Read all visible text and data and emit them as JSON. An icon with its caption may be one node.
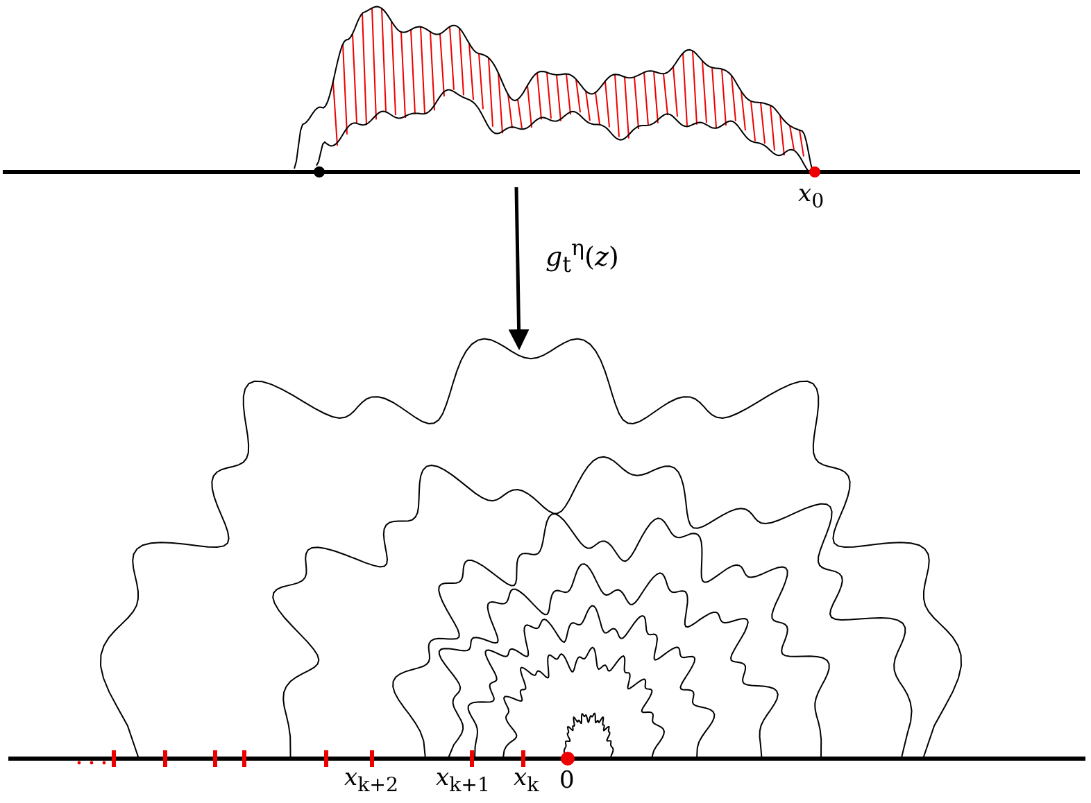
{
  "diagram": {
    "nodes": [
      {
        "text": [],
        "shape": "picture"
      },
      {
        "text": [],
        "shape": "picture"
      }
    ],
    "edges": [
      {
        "from": 0,
        "to": 1,
        "arrow": "to",
        "label": "*g*$_{t}$$^{η}$(*z*)"
      }
    ],
    "labels": [
      "*x*$_{0}$",
      "*x*$_{k+2}$",
      "*x*$_{k+1}$",
      "*x*$_{k}$",
      "0"
    ]
  }
}
